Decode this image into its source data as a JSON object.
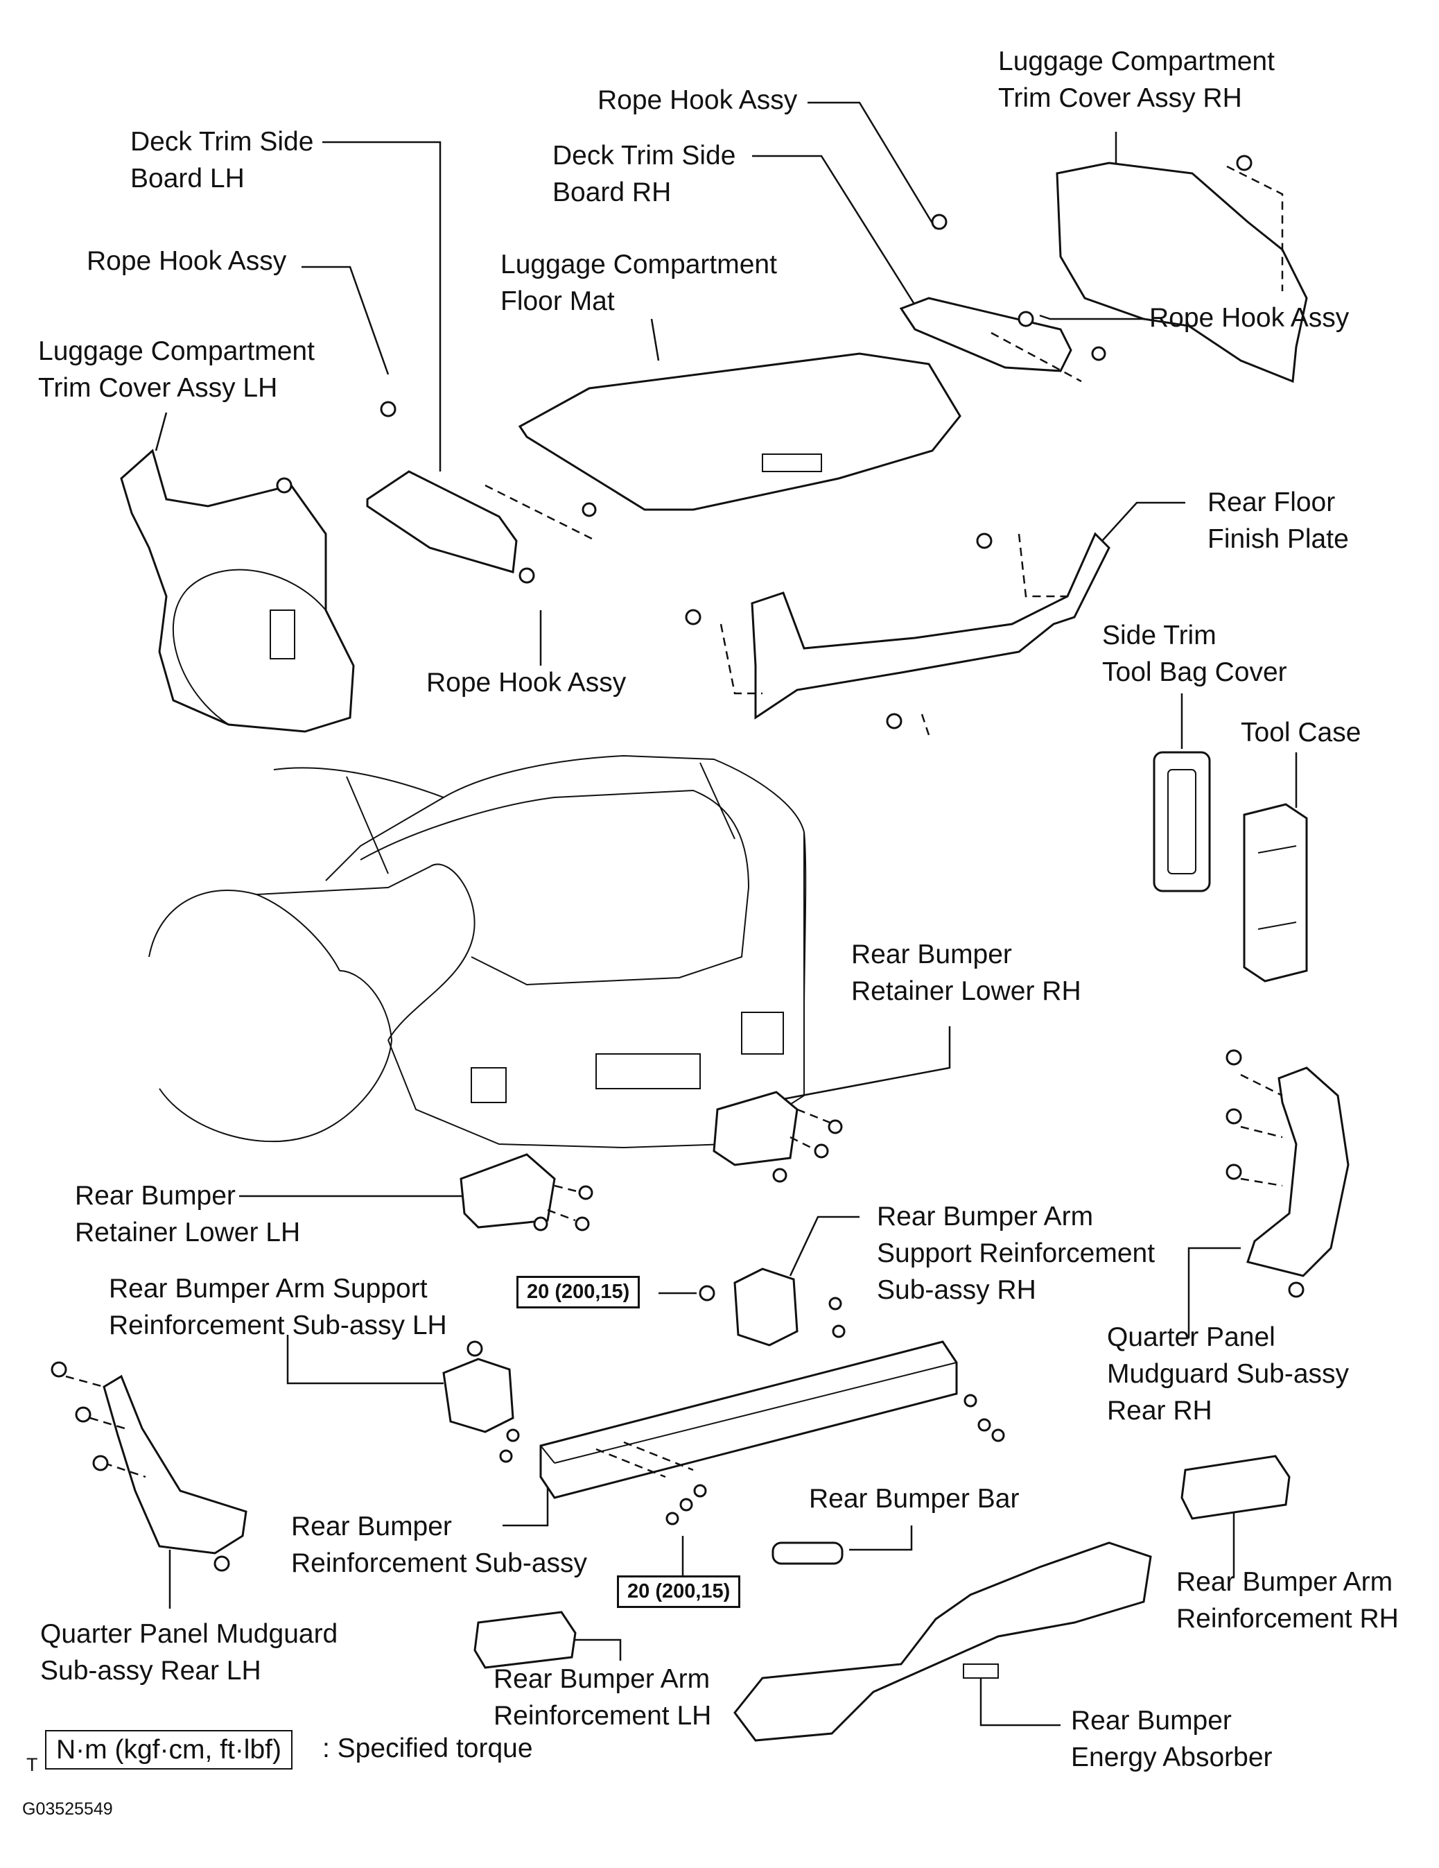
{
  "labels": {
    "deck_trim_side_board_lh": [
      "Deck Trim Side",
      "Board LH"
    ],
    "rope_hook_assy_1": "Rope Hook Assy",
    "rope_hook_assy_2": "Rope Hook Assy",
    "rope_hook_assy_3": "Rope Hook Assy",
    "rope_hook_assy_4": "Rope Hook Assy",
    "deck_trim_side_board_rh": [
      "Deck Trim Side",
      "Board RH"
    ],
    "luggage_trim_cover_rh": [
      "Luggage Compartment",
      "Trim Cover Assy RH"
    ],
    "luggage_trim_cover_lh": [
      "Luggage Compartment",
      "Trim Cover Assy LH"
    ],
    "luggage_floor_mat": [
      "Luggage Compartment",
      "Floor Mat"
    ],
    "rear_floor_finish_plate": [
      "Rear Floor",
      "Finish Plate"
    ],
    "side_trim_tool_bag_cover": [
      "Side Trim",
      "Tool Bag Cover"
    ],
    "tool_case": "Tool Case",
    "rear_bumper_retainer_lower_rh": [
      "Rear Bumper",
      "Retainer Lower RH"
    ],
    "rear_bumper_retainer_lower_lh": [
      "Rear Bumper",
      "Retainer Lower LH"
    ],
    "rear_bumper_arm_support_rh": [
      "Rear Bumper Arm",
      "Support Reinforcement",
      "Sub-assy RH"
    ],
    "rear_bumper_arm_support_lh": [
      "Rear Bumper Arm Support",
      "Reinforcement Sub-assy LH"
    ],
    "quarter_panel_mudguard_rh": [
      "Quarter Panel",
      "Mudguard Sub-assy",
      "Rear RH"
    ],
    "quarter_panel_mudguard_lh": [
      "Quarter Panel Mudguard",
      "Sub-assy Rear LH"
    ],
    "rear_bumper_reinforcement": [
      "Rear Bumper",
      "Reinforcement Sub-assy"
    ],
    "rear_bumper_bar": "Rear Bumper Bar",
    "rear_bumper_arm_reinf_rh": [
      "Rear Bumper Arm",
      "Reinforcement RH"
    ],
    "rear_bumper_arm_reinf_lh": [
      "Rear Bumper Arm",
      "Reinforcement LH"
    ],
    "rear_bumper_energy_absorber": [
      "Rear Bumper",
      "Energy Absorber"
    ]
  },
  "torque": {
    "upper": "20 (200,15)",
    "lower": "20 (200,15)"
  },
  "legend": {
    "prefix": "T",
    "unit_box": "N·m (kgf·cm, ft·lbf)",
    "text": ": Specified torque"
  },
  "figure_id": "G03525549"
}
